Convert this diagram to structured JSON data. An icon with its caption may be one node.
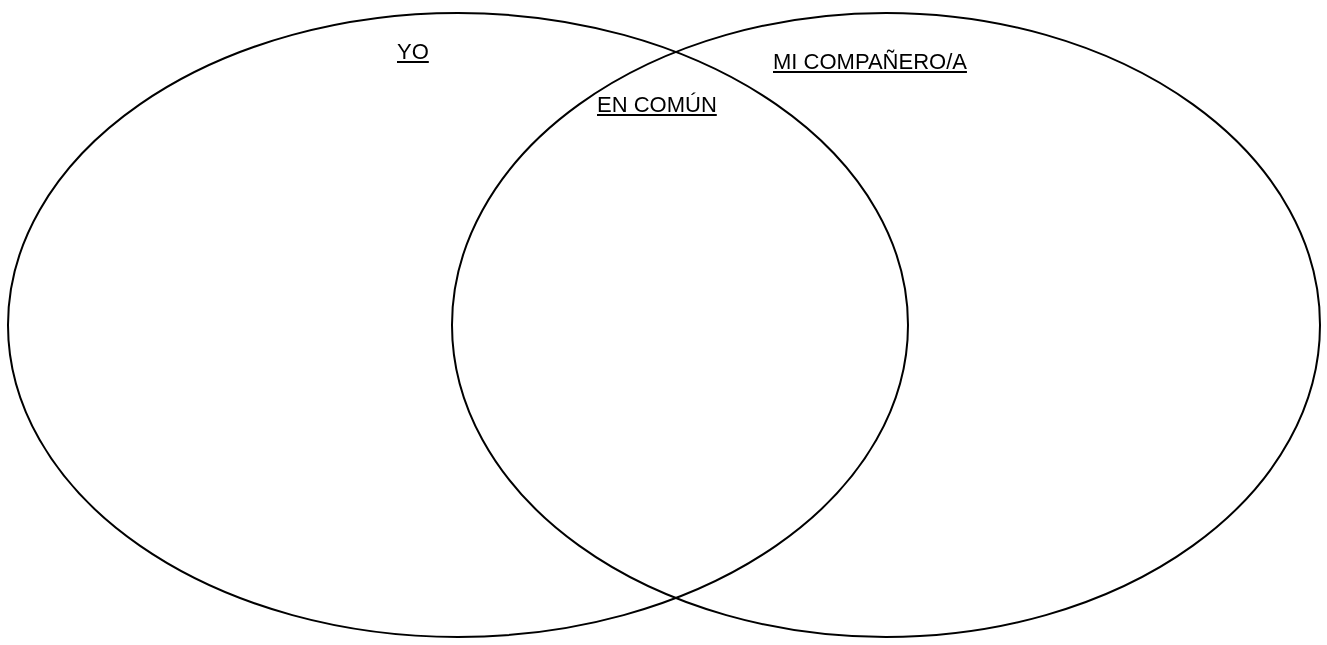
{
  "diagram": {
    "nodes": [
      {
        "text": [
          "YO"
        ]
      },
      {
        "text": [
          "MI COMPAÑERO/A"
        ]
      }
    ],
    "edges": [],
    "labels": [
      "EN COMÚN"
    ]
  }
}
